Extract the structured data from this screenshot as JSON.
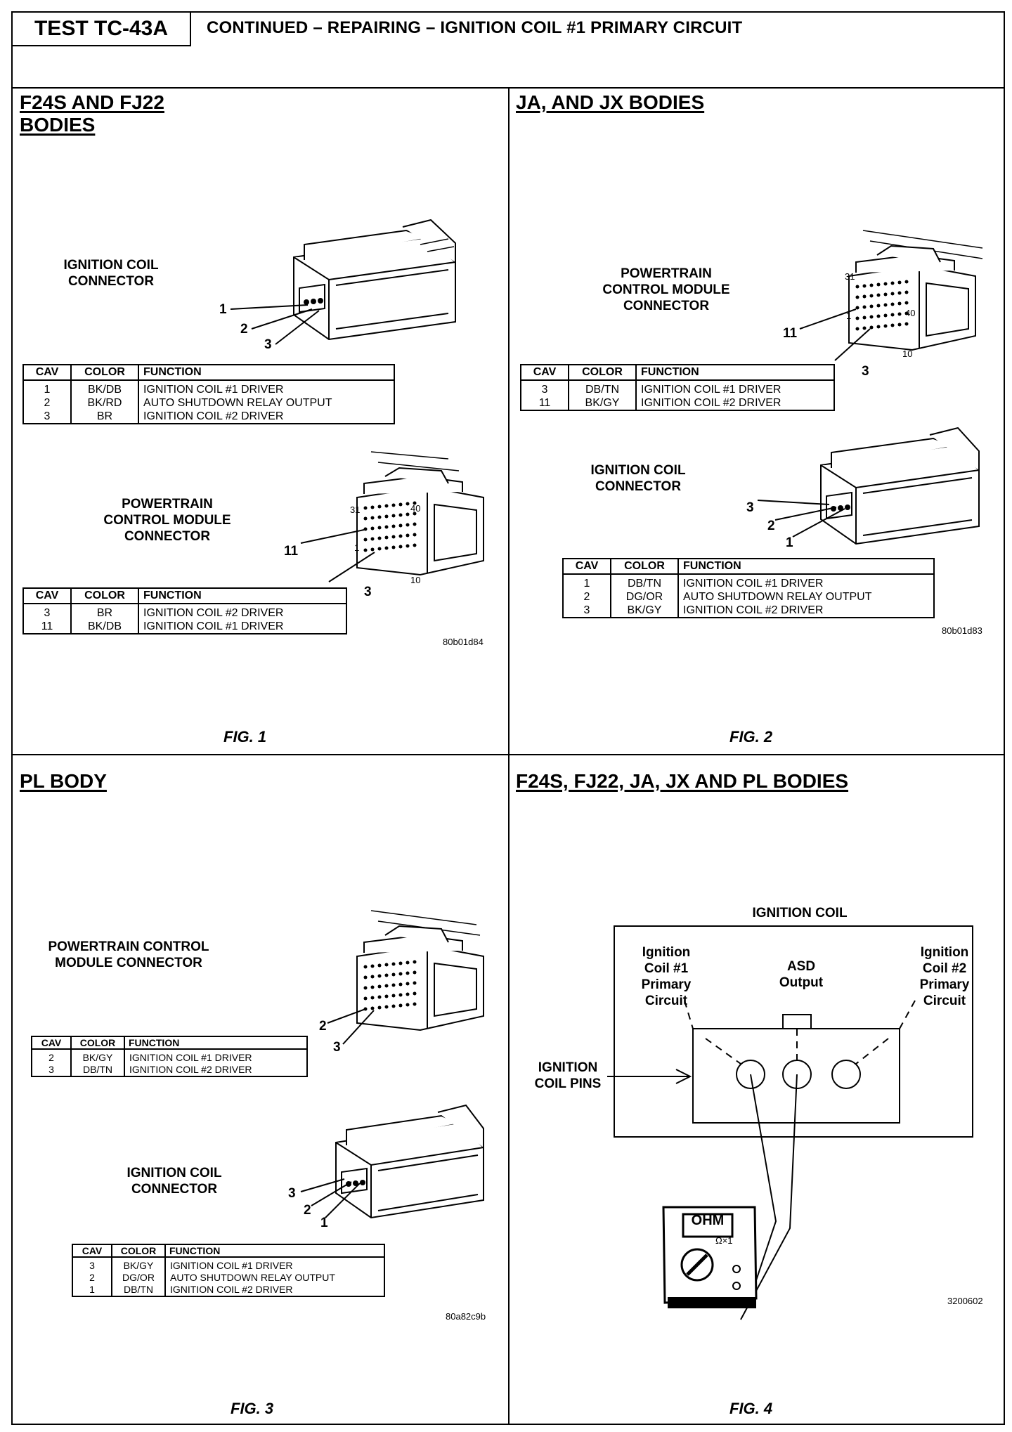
{
  "header": {
    "test_id": "TEST TC-43A",
    "title": "CONTINUED – REPAIRING – IGNITION COIL #1 PRIMARY CIRCUIT"
  },
  "col_headers": {
    "cav": "CAV",
    "color": "COLOR",
    "function": "FUNCTION"
  },
  "panel1": {
    "title_line1": "F24S AND FJ22",
    "title_line2": "BODIES",
    "coil_label_1": "IGNITION COIL",
    "coil_label_2": "CONNECTOR",
    "coil_pins": [
      "1",
      "2",
      "3"
    ],
    "coil_rows": [
      {
        "cav": "1",
        "color": "BK/DB",
        "function": "IGNITION COIL #1 DRIVER"
      },
      {
        "cav": "2",
        "color": "BK/RD",
        "function": "AUTO SHUTDOWN RELAY OUTPUT"
      },
      {
        "cav": "3",
        "color": "BR",
        "function": "IGNITION COIL #2 DRIVER"
      }
    ],
    "pcm_label_1": "POWERTRAIN",
    "pcm_label_2": "CONTROL MODULE",
    "pcm_label_3": "CONNECTOR",
    "pcm_pin_a": "11",
    "pcm_pin_b": "3",
    "pcm_mark_31": "31",
    "pcm_mark_40": "40",
    "pcm_mark_1": "1",
    "pcm_mark_10": "10",
    "pcm_rows": [
      {
        "cav": "3",
        "color": "BR",
        "function": "IGNITION COIL #2 DRIVER"
      },
      {
        "cav": "11",
        "color": "BK/DB",
        "function": "IGNITION COIL #1 DRIVER"
      }
    ],
    "ref": "80b01d84",
    "fig": "FIG. 1"
  },
  "panel2": {
    "title": "JA, AND JX BODIES",
    "pcm_label_1": "POWERTRAIN",
    "pcm_label_2": "CONTROL MODULE",
    "pcm_label_3": "CONNECTOR",
    "pcm_pin_a": "11",
    "pcm_pin_b": "3",
    "pcm_mark_31": "31",
    "pcm_mark_40": "40",
    "pcm_mark_1": "1",
    "pcm_mark_10": "10",
    "pcm_rows": [
      {
        "cav": "3",
        "color": "DB/TN",
        "function": "IGNITION COIL #1 DRIVER"
      },
      {
        "cav": "11",
        "color": "BK/GY",
        "function": "IGNITION COIL #2 DRIVER"
      }
    ],
    "coil_label_1": "IGNITION COIL",
    "coil_label_2": "CONNECTOR",
    "coil_pins": [
      "3",
      "2",
      "1"
    ],
    "coil_rows": [
      {
        "cav": "1",
        "color": "DB/TN",
        "function": "IGNITION COIL #1 DRIVER"
      },
      {
        "cav": "2",
        "color": "DG/OR",
        "function": "AUTO SHUTDOWN RELAY OUTPUT"
      },
      {
        "cav": "3",
        "color": "BK/GY",
        "function": "IGNITION COIL #2 DRIVER"
      }
    ],
    "ref": "80b01d83",
    "fig": "FIG. 2"
  },
  "panel3": {
    "title": "PL BODY",
    "pcm_label_1": "POWERTRAIN CONTROL",
    "pcm_label_2": "MODULE CONNECTOR",
    "pcm_pin_a": "2",
    "pcm_pin_b": "3",
    "pcm_rows": [
      {
        "cav": "2",
        "color": "BK/GY",
        "function": "IGNITION COIL #1 DRIVER"
      },
      {
        "cav": "3",
        "color": "DB/TN",
        "function": "IGNITION COIL #2 DRIVER"
      }
    ],
    "coil_label_1": "IGNITION COIL",
    "coil_label_2": "CONNECTOR",
    "coil_pins": [
      "3",
      "2",
      "1"
    ],
    "coil_rows": [
      {
        "cav": "3",
        "color": "BK/GY",
        "function": "IGNITION COIL #1 DRIVER"
      },
      {
        "cav": "2",
        "color": "DG/OR",
        "function": "AUTO SHUTDOWN RELAY OUTPUT"
      },
      {
        "cav": "1",
        "color": "DB/TN",
        "function": "IGNITION COIL #2 DRIVER"
      }
    ],
    "ref": "80a82c9b",
    "fig": "FIG. 3"
  },
  "panel4": {
    "title": "F24S, FJ22, JA, JX AND PL BODIES",
    "coil_title": "IGNITION COIL",
    "label_left": [
      "Ignition",
      "Coil #1",
      "Primary",
      "Circuit"
    ],
    "label_mid": [
      "ASD",
      "Output"
    ],
    "label_right": [
      "Ignition",
      "Coil #2",
      "Primary",
      "Circuit"
    ],
    "pins_label_1": "IGNITION",
    "pins_label_2": "COIL PINS",
    "meter_display": "OHM",
    "meter_range": "Ω×1",
    "ref": "3200602",
    "fig": "FIG. 4"
  }
}
